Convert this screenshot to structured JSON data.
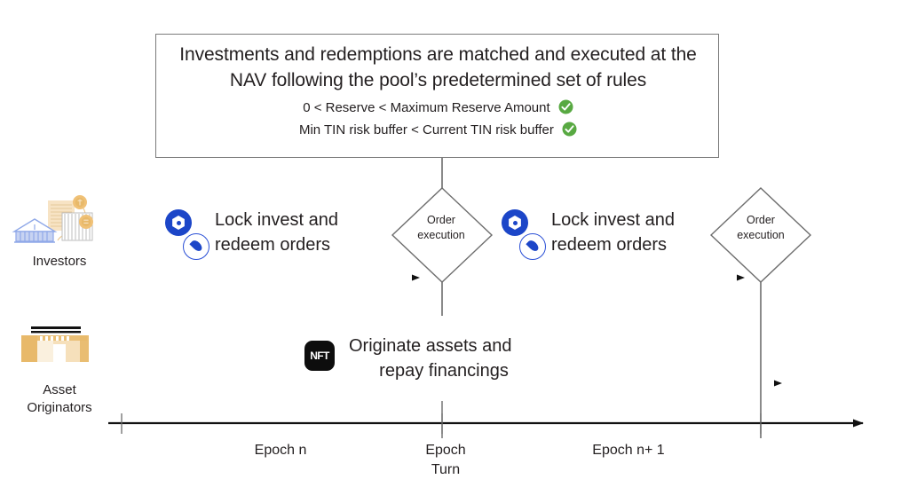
{
  "diagram": {
    "title_box": {
      "headline": "Investments and redemptions are matched and executed at the NAV following the pool’s predetermined set of rules",
      "conditions": [
        "0 < Reserve < Maximum Reserve Amount",
        "Min TIN risk buffer < Current TIN risk buffer"
      ],
      "check_icon": "check-circle-icon",
      "check_color": "#58a942",
      "border_color": "#7b7b7b"
    },
    "actors": [
      {
        "id": "investors",
        "label": "Investors",
        "icon": "bank-building-icon"
      },
      {
        "id": "asset-originators",
        "label": "Asset\nOriginators",
        "label_line1": "Asset",
        "label_line2": "Originators",
        "icon": "warehouse-building-icon"
      }
    ],
    "decisions": [
      {
        "id": "order-execution-1",
        "line1": "Order",
        "line2": "execution"
      },
      {
        "id": "order-execution-2",
        "line1": "Order",
        "line2": "execution"
      }
    ],
    "actions": [
      {
        "id": "lock-orders-epoch-n",
        "line1": "Lock invest and",
        "line2": "redeem orders",
        "icons": [
          "drop-token-icon",
          "tin-token-icon"
        ]
      },
      {
        "id": "lock-orders-epoch-n1",
        "line1": "Lock invest and",
        "line2": "redeem orders",
        "icons": [
          "drop-token-icon",
          "tin-token-icon"
        ]
      },
      {
        "id": "originate-assets",
        "line1": "Originate assets and",
        "line2": "repay financings",
        "icons": [
          "nft-icon"
        ],
        "icon_label": "NFT"
      }
    ],
    "timeline": {
      "labels": [
        {
          "id": "epoch-n",
          "line1": "Epoch n",
          "line2": ""
        },
        {
          "id": "epoch-turn",
          "line1": "Epoch",
          "line2": "Turn"
        },
        {
          "id": "epoch-n-plus-1",
          "line1": "Epoch n+ 1",
          "line2": ""
        }
      ],
      "axis_icon": "arrow-right-icon"
    },
    "colors": {
      "token_blue": "#1c46c8",
      "check_green": "#58a942",
      "line_gray": "#6d6d6d",
      "text": "#231f20",
      "actor_blue": "#8fa8e8",
      "actor_orange": "#e8b96a"
    }
  }
}
